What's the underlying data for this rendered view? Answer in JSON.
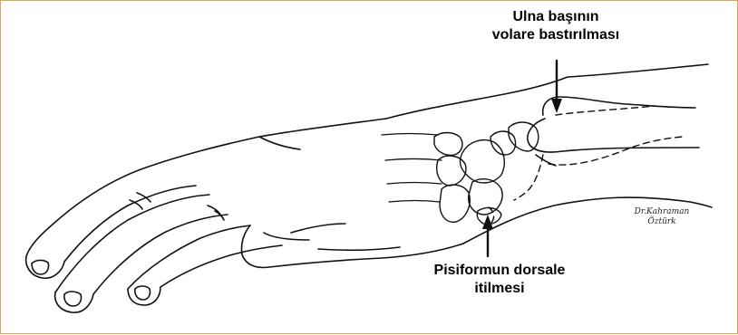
{
  "annotations": {
    "top": {
      "line1": "Ulna başının",
      "line2": "volare bastırılması"
    },
    "bottom": {
      "line1": "Pisiformun dorsale",
      "line2": "itilmesi"
    }
  },
  "signature": {
    "line1": "Dr.Kahraman",
    "line2": "Öztürk"
  },
  "colors": {
    "frame": "#e8a24c",
    "ink": "#111111"
  }
}
